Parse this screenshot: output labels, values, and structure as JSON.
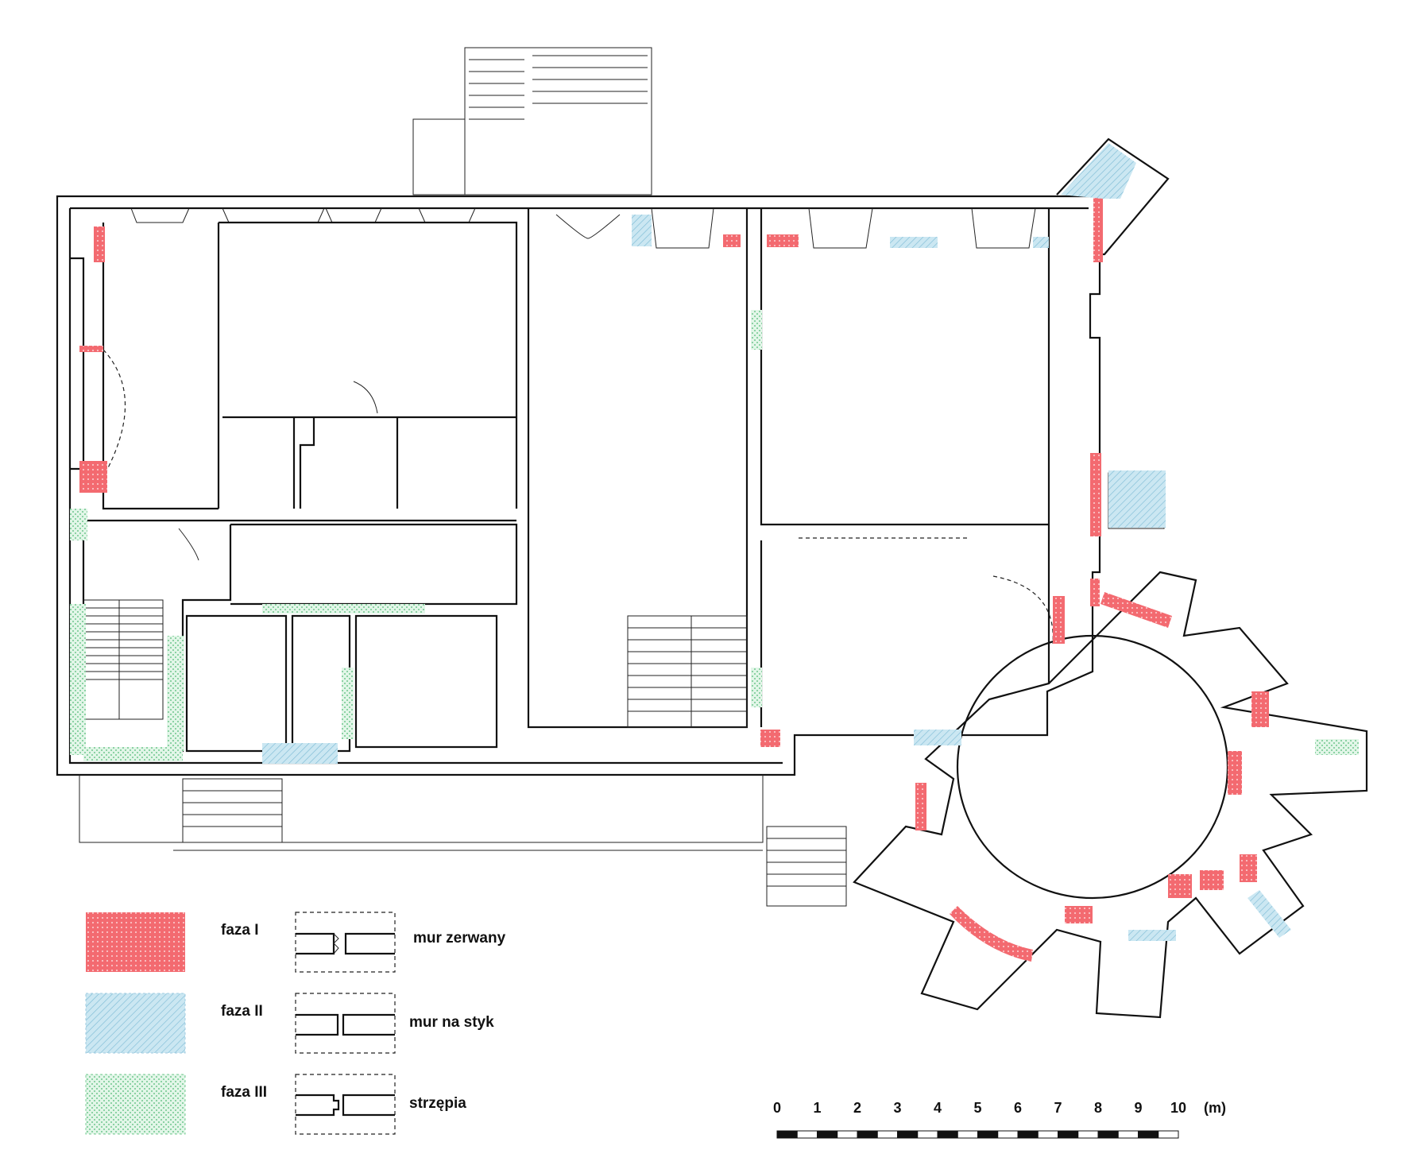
{
  "legend": {
    "phases": [
      {
        "label": "faza I",
        "color": "#f0525a",
        "pattern": "phase1-pattern"
      },
      {
        "label": "faza II",
        "color": "#9fd3e6",
        "pattern": "phase2-pattern"
      },
      {
        "label": "faza III",
        "color": "#6fcf8e",
        "pattern": "phase3-pattern"
      }
    ],
    "wall_types": [
      {
        "label": "mur zerwany"
      },
      {
        "label": "mur na styk"
      },
      {
        "label": "strzępia"
      }
    ]
  },
  "scale_bar": {
    "ticks": [
      "0",
      "1",
      "2",
      "3",
      "4",
      "5",
      "6",
      "7",
      "8",
      "9",
      "10"
    ],
    "unit": "(m)"
  }
}
